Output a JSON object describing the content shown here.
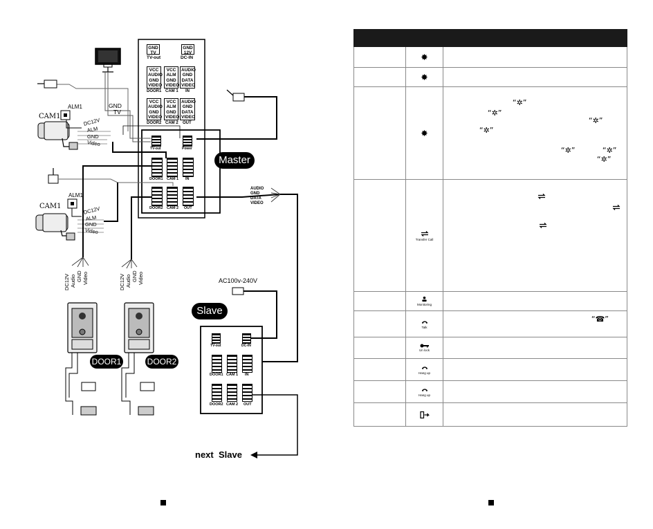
{
  "page": {
    "left_page_marker": "",
    "right_page_marker": ""
  },
  "master_panel": {
    "blocks": [
      {
        "id": "tvout",
        "lines": [
          "GND",
          "TV"
        ],
        "label": "TV-out"
      },
      {
        "id": "dcin",
        "lines": [
          "GND",
          "12V"
        ],
        "label": "DC-IN"
      },
      {
        "id": "door1",
        "lines": [
          "VCC",
          "AUDIO",
          "GND",
          "VIDEO"
        ],
        "label": "DOOR1"
      },
      {
        "id": "cam1",
        "lines": [
          "VCC",
          "ALM",
          "GND",
          "VIDEO"
        ],
        "label": "CAM 1"
      },
      {
        "id": "in",
        "lines": [
          "AUDIO",
          "GND",
          "DATA",
          "VIDEO"
        ],
        "label": "IN"
      },
      {
        "id": "door2",
        "lines": [
          "VCC",
          "AUDIO",
          "GND",
          "VIDEO"
        ],
        "label": "DOOR2"
      },
      {
        "id": "cam2",
        "lines": [
          "VCC",
          "ALM",
          "GND",
          "VIDEO"
        ],
        "label": "CAM 2"
      },
      {
        "id": "out",
        "lines": [
          "AUDIO",
          "GND",
          "DATA",
          "VIDEO"
        ],
        "label": "OUT"
      }
    ],
    "connectors": {
      "tvout": "TV-out",
      "power": "Power",
      "door1": "DOOR1",
      "cam1": "CAM 1",
      "in": "IN",
      "door2": "DOOR2",
      "cam2": "CAM 2",
      "out": "OUT"
    }
  },
  "slave_panel": {
    "connectors": {
      "tvout": "TV-out",
      "dcin": "DC-IN",
      "door1": "DOOR1",
      "cam1": "CAM 1",
      "in": "IN",
      "door2": "DOOR2",
      "cam2": "CAM 2",
      "out": "OUT"
    }
  },
  "pills": {
    "master": "Master",
    "slave": "Slave",
    "door1": "DOOR1",
    "door2": "DOOR2"
  },
  "labels": {
    "cam1_top": "CAM1",
    "cam1_bottom": "CAM1",
    "alm1_top": "ALM1",
    "alm1_bottom": "ALM1",
    "gnd": "GND",
    "tv": "TV",
    "cam_wires": [
      "DC12V",
      "ALM",
      "GND",
      "Video"
    ],
    "door_wires": [
      "DC12V",
      "Audio",
      "GND",
      "Video"
    ],
    "out_bus": [
      "AUDIO",
      "GND",
      "DATA",
      "VIDEO"
    ],
    "ac_power": "AC100v-240V",
    "next_slave": "next  Slave"
  },
  "table": {
    "rows": [
      {
        "icon": "gear-icon",
        "caption": ""
      },
      {
        "icon": "gear-icon",
        "caption": ""
      },
      {
        "icon": "gear-icon",
        "caption": ""
      },
      {
        "icon": "transfer-call-icon",
        "caption": "Transfer Call"
      },
      {
        "icon": "monitoring-icon",
        "caption": "Monitoring"
      },
      {
        "icon": "talk-icon",
        "caption": "Talk"
      },
      {
        "icon": "unlock-icon",
        "caption": "Un lock"
      },
      {
        "icon": "hangup-icon",
        "caption": "Hang up"
      },
      {
        "icon": "hangup-icon",
        "caption": "Hang up"
      },
      {
        "icon": "exit-icon",
        "caption": ""
      }
    ]
  }
}
